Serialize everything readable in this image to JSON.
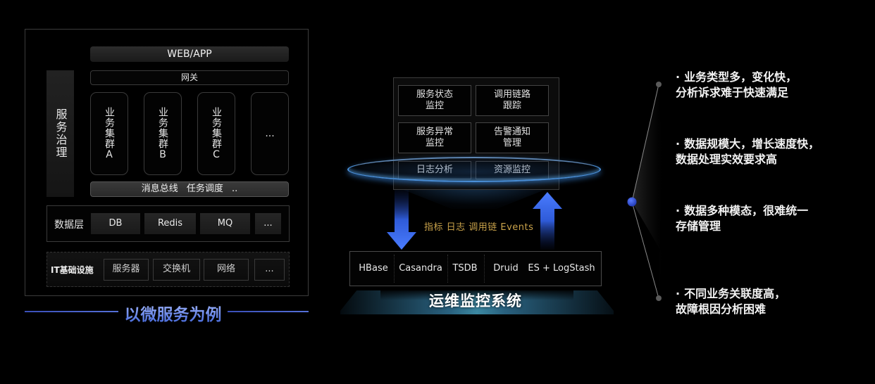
{
  "left_panel": {
    "top_layer": "WEB/APP",
    "gateway": "网关",
    "governance": "服务治理",
    "clusters": [
      {
        "label": "业务集群",
        "suffix": "A"
      },
      {
        "label": "业务集群",
        "suffix": "B"
      },
      {
        "label": "业务集群",
        "suffix": "C"
      },
      {
        "label": "",
        "suffix": "..."
      }
    ],
    "bus": {
      "item1": "消息总线",
      "item2": "任务调度",
      "more": ".."
    },
    "data_layer": {
      "label": "数据层",
      "items": [
        "DB",
        "Redis",
        "MQ",
        "..."
      ]
    },
    "infra_layer": {
      "label": "IT基础设施",
      "items": [
        "服务器",
        "交换机",
        "网络",
        "..."
      ]
    },
    "caption": "以微服务为例"
  },
  "middle_panel": {
    "modules": [
      {
        "line1": "服务状态",
        "line2": "监控"
      },
      {
        "line1": "调用链路",
        "line2": "跟踪"
      },
      {
        "line1": "服务异常",
        "line2": "监控"
      },
      {
        "line1": "告警通知",
        "line2": "管理"
      },
      {
        "line1": "日志分析",
        "line2": ""
      },
      {
        "line1": "资源监控",
        "line2": ""
      }
    ],
    "flow_label": "指标 日志 调用链 Events",
    "storage": [
      "HBase",
      "Casandra",
      "TSDB",
      "Druid",
      "ES + LogStash"
    ],
    "system_title": "运维监控系统",
    "colors": {
      "arrow": "#3a6cf0",
      "disc": "#4a8fd8",
      "flow_label": "#c9a24a"
    }
  },
  "right_panel": {
    "bullets": [
      {
        "line1": "业务类型多，变化快，",
        "line2": "分析诉求难于快速满足"
      },
      {
        "line1": "数据规模大，增长速度快，",
        "line2": "数据处理实效要求高"
      },
      {
        "line1": "数据多种模态，很难统一",
        "line2": "存储管理"
      },
      {
        "line1": "不同业务关联度高，",
        "line2": "故障根因分析困难"
      }
    ],
    "bullet_glyph": "·",
    "colors": {
      "hub_dot": "#2f4fd0",
      "end_dot": "#5a5a5a"
    }
  }
}
